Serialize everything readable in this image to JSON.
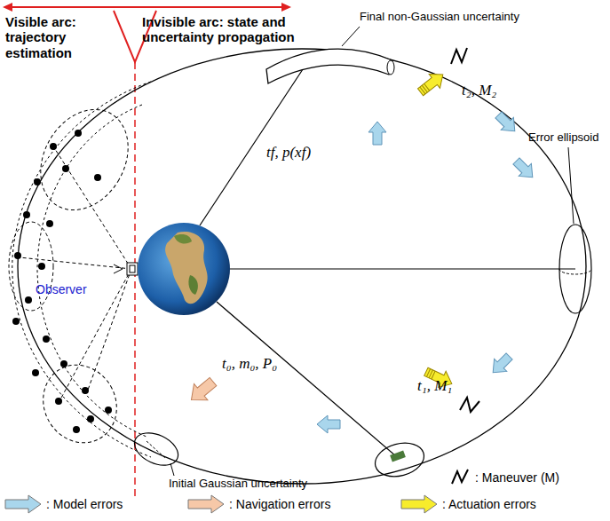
{
  "diagram": {
    "labels": [
      "Visible arc: trajectory estimation",
      "Invisible arc: state and uncertainty propagation",
      "Final non-Gaussian uncertainty",
      "tf, p(xf)",
      "t₂, M₂",
      "Error ellipsoid",
      "Observer",
      "t₁, M₁",
      "t₀, m₀, P₀",
      "Initial Gaussian uncertainty"
    ],
    "legend": [
      {
        "text": ": Maneuver (M)"
      },
      {
        "text": ": Model errors",
        "color": "#a9d6ec"
      },
      {
        "text": ": Navigation errors",
        "color": "#f6c8a8"
      },
      {
        "text": ": Actuation errors",
        "color": "#f7ec2c"
      }
    ]
  }
}
